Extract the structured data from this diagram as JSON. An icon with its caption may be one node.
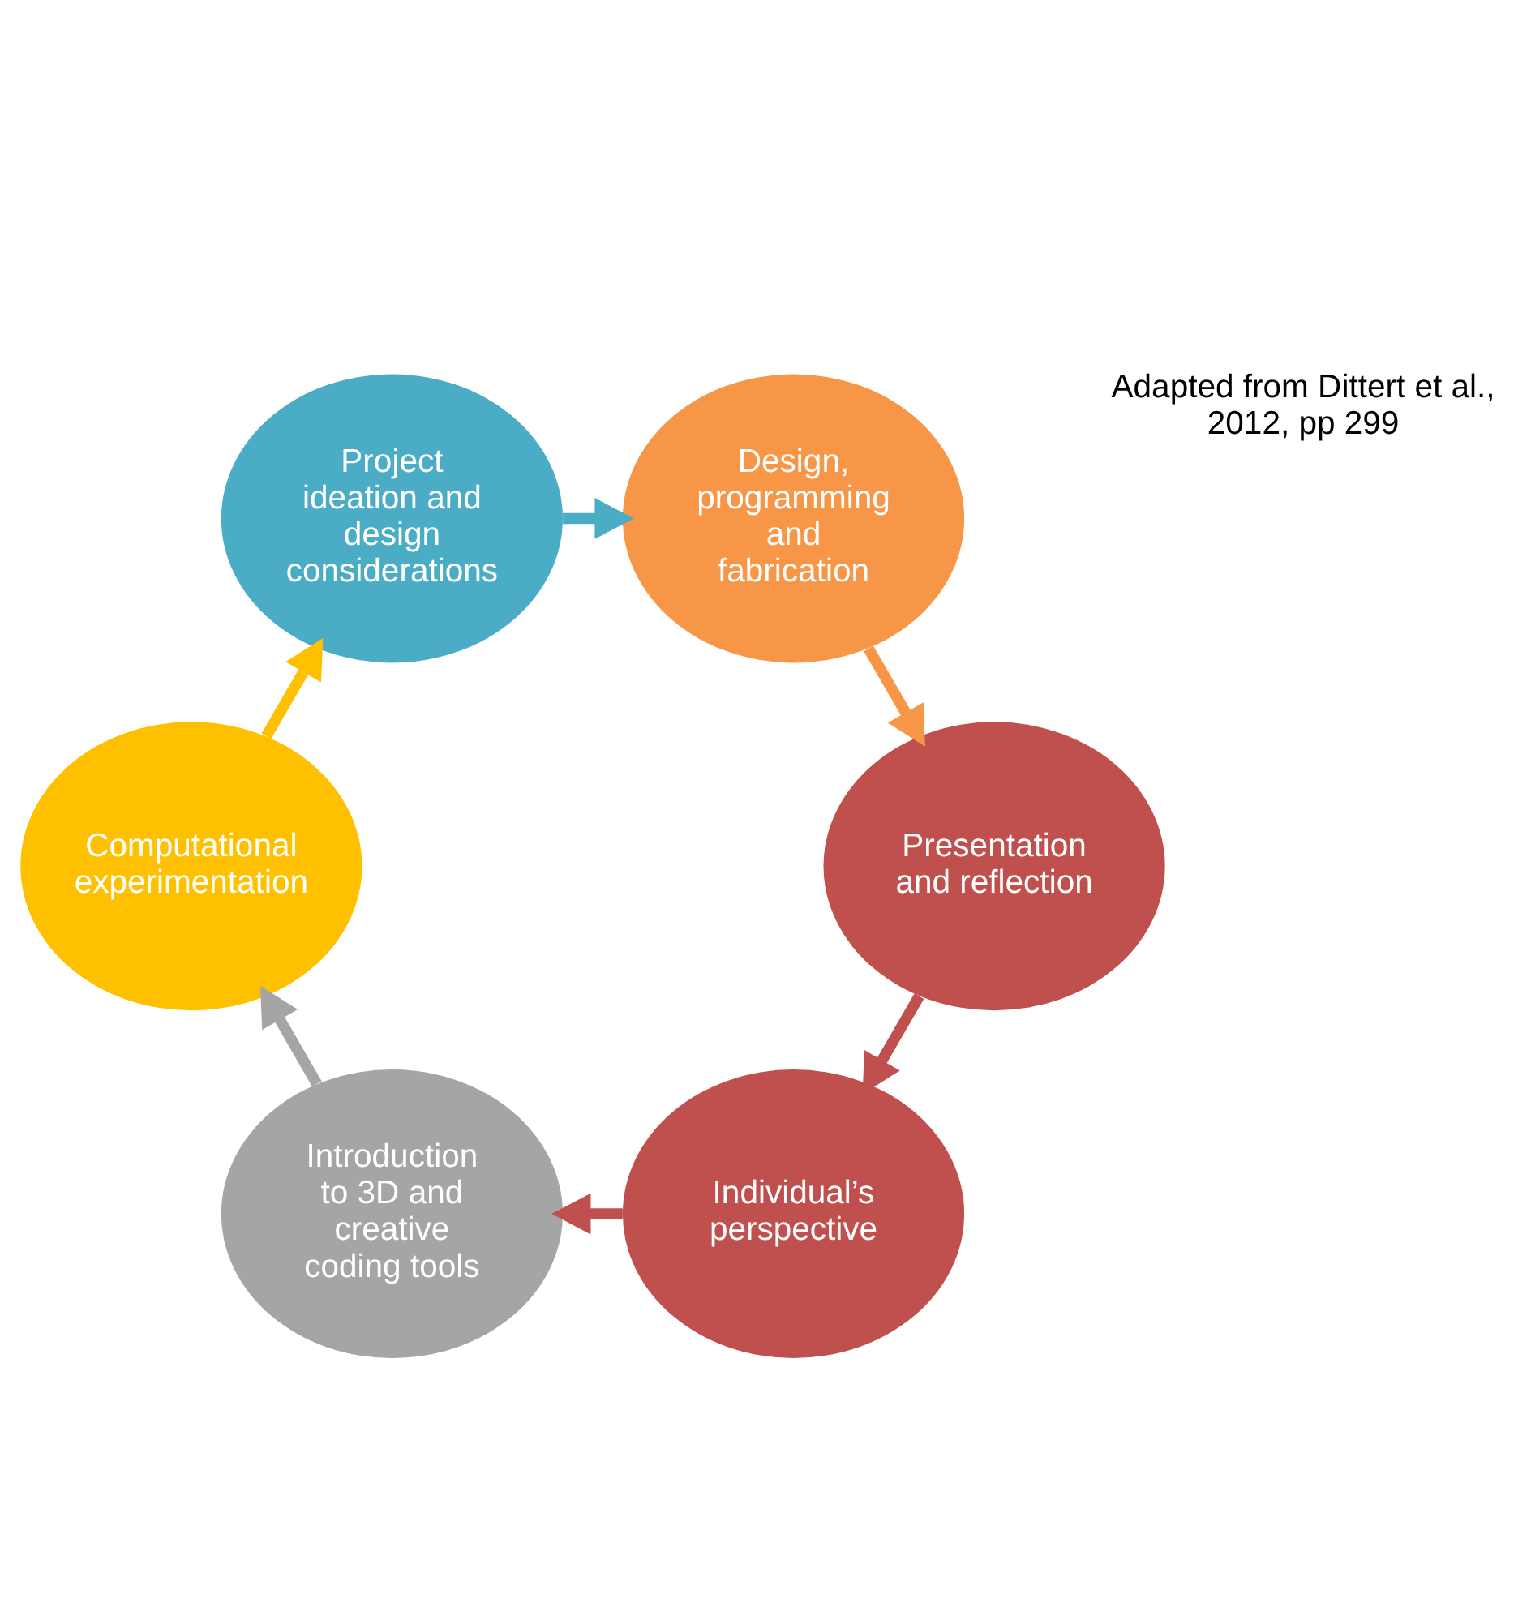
{
  "diagram": {
    "nodes": [
      {
        "text": [
          "Individual’s perspective"
        ]
      },
      {
        "text": [
          "Introduction to 3D and creative coding tools"
        ]
      },
      {
        "text": [
          "Computational experimentation"
        ]
      },
      {
        "text": [
          "Project ideation and design considerations"
        ]
      },
      {
        "text": [
          "Design, programming and fabrication"
        ]
      },
      {
        "text": [
          "Presentation and reflection"
        ]
      }
    ],
    "edges": [
      {
        "from": 0,
        "to": 1,
        "arrow": "to"
      },
      {
        "from": 1,
        "to": 2,
        "arrow": "to",
        "color": "#a5a5a5"
      },
      {
        "from": 2,
        "to": 3,
        "arrow": "to",
        "color": "#ffc000"
      },
      {
        "from": 3,
        "to": 4,
        "arrow": "to",
        "color": "#4bacc6"
      },
      {
        "from": 4,
        "to": 5,
        "arrow": "to",
        "color": "#f79646"
      },
      {
        "from": 5,
        "to": 0,
        "arrow": "to"
      }
    ],
    "labels": [
      "Adapted from Dittert et al., 2012, pp 299"
    ]
  }
}
